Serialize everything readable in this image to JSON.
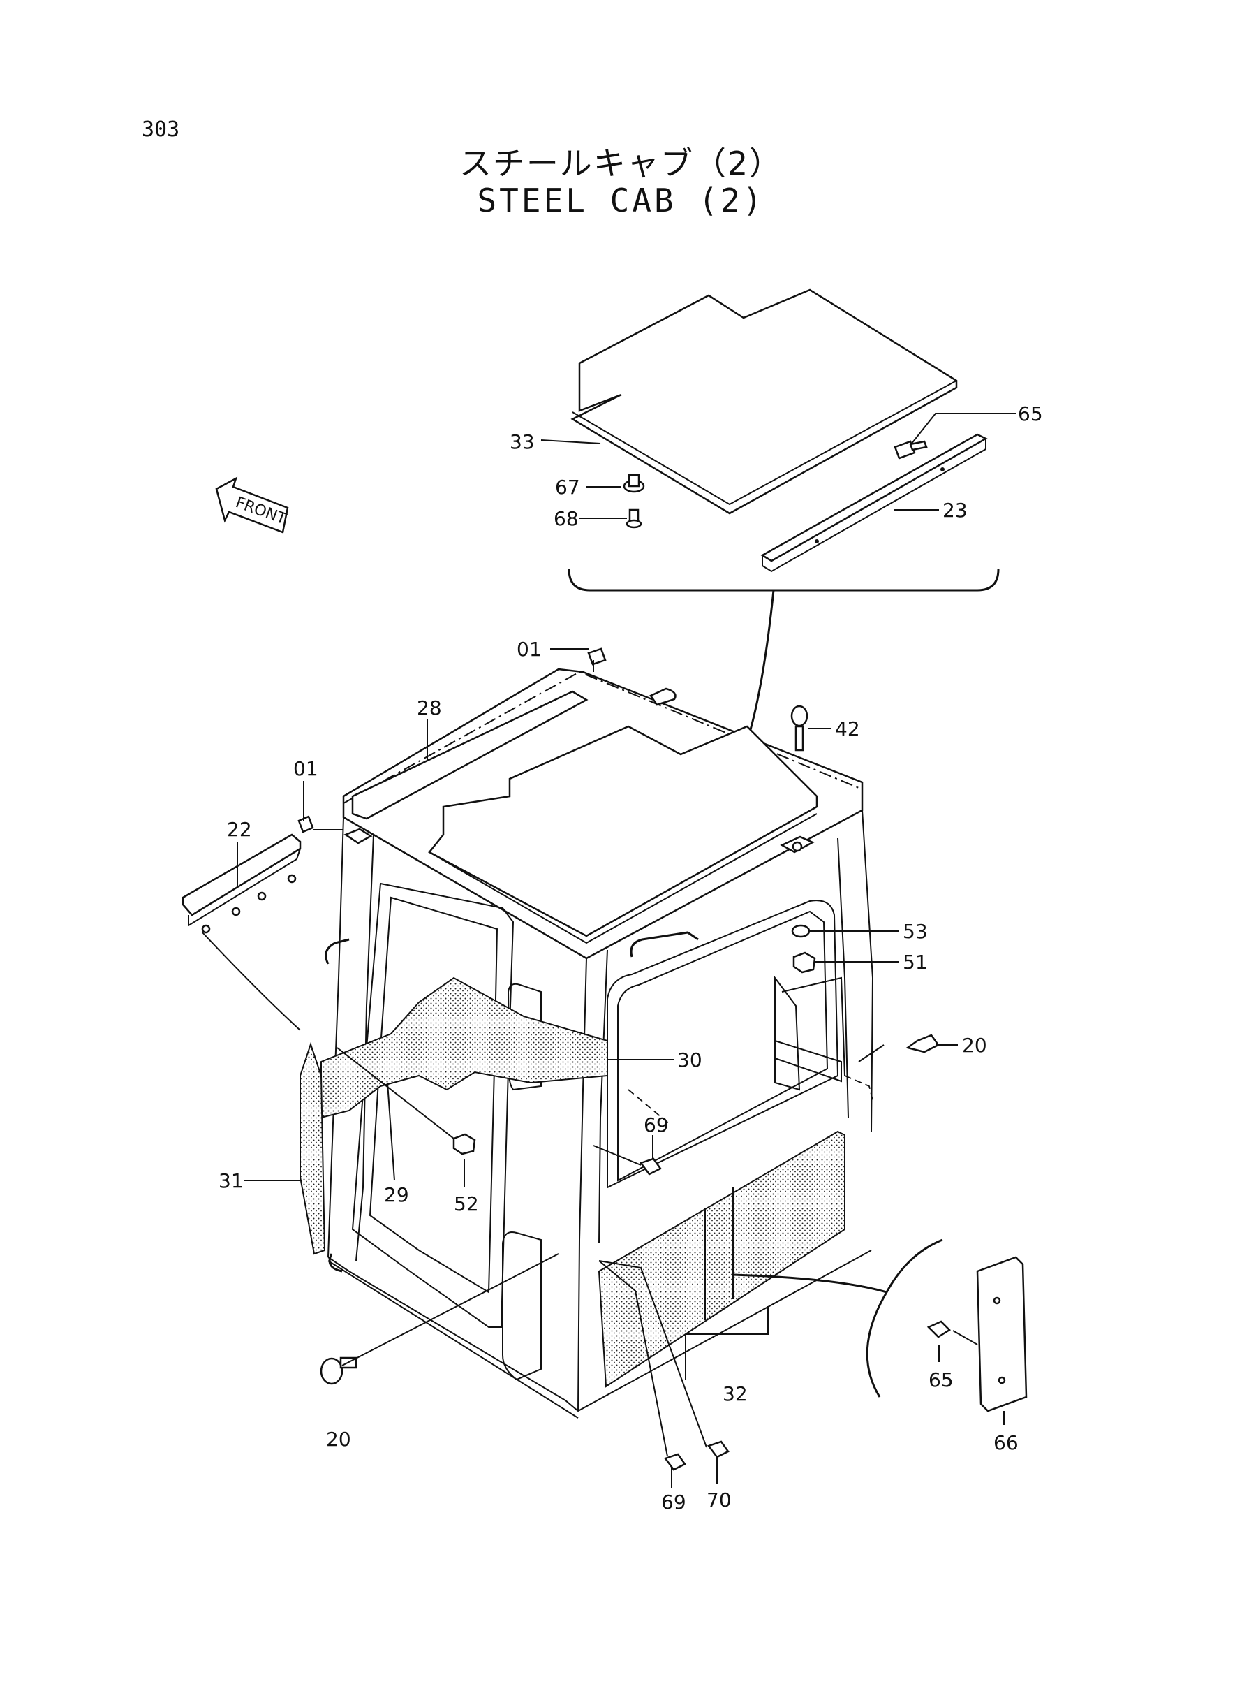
{
  "page": {
    "number": "303",
    "title_jp": "スチールキャブ（2）",
    "title_en": "STEEL CAB (2)",
    "direction_label": "FRONT"
  },
  "callouts": {
    "c33": "33",
    "c65a": "65",
    "c67": "67",
    "c68": "68",
    "c23": "23",
    "c01a": "01",
    "c28": "28",
    "c42": "42",
    "c01b": "01",
    "c22": "22",
    "c53": "53",
    "c51": "51",
    "c20a": "20",
    "c30": "30",
    "c69a": "69",
    "c31": "31",
    "c29": "29",
    "c52": "52",
    "c32": "32",
    "c65b": "65",
    "c66": "66",
    "c20b": "20",
    "c69b": "69",
    "c70": "70"
  }
}
